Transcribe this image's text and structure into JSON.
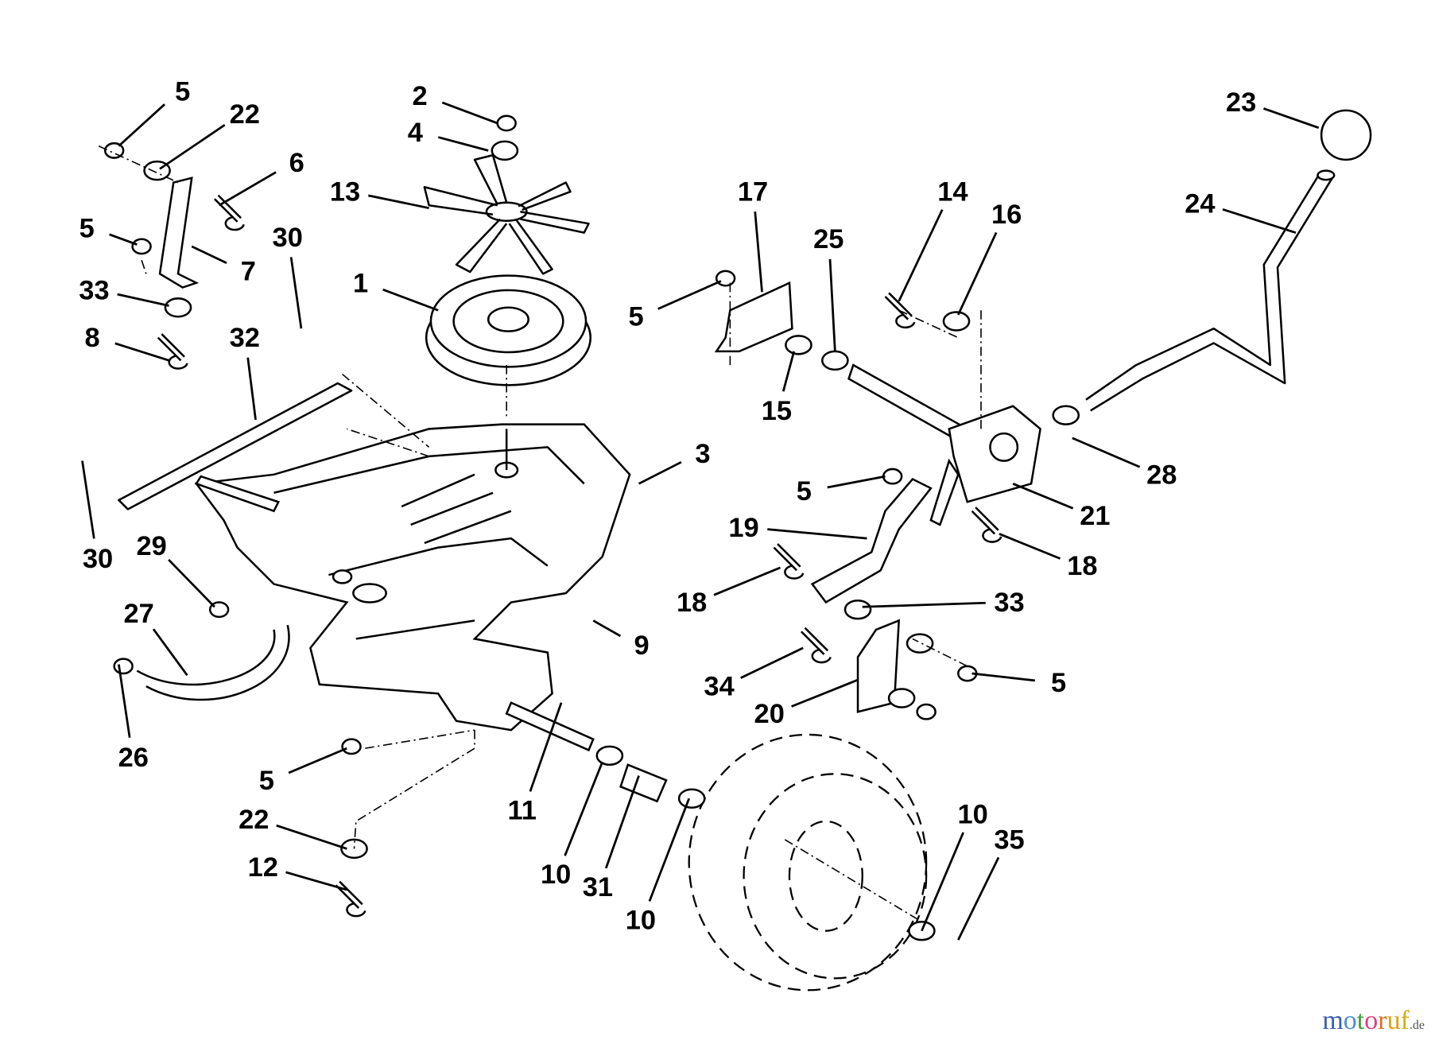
{
  "diagram": {
    "type": "exploded-parts-diagram",
    "callouts": [
      "5",
      "22",
      "6",
      "5",
      "7",
      "30",
      "33",
      "8",
      "32",
      "1",
      "13",
      "2",
      "4",
      "3",
      "30",
      "29",
      "27",
      "26",
      "9",
      "5",
      "22",
      "12",
      "11",
      "10",
      "31",
      "10",
      "17",
      "5",
      "25",
      "15",
      "14",
      "16",
      "23",
      "24",
      "28",
      "21",
      "5",
      "19",
      "18",
      "18",
      "33",
      "5",
      "34",
      "20",
      "10",
      "35"
    ]
  },
  "watermark": {
    "letters": [
      "m",
      "o",
      "t",
      "o",
      "r",
      "u",
      "f"
    ],
    "suffix": ".de",
    "colors": [
      "#3a5fb0",
      "#4a8fd0",
      "#3aa040",
      "#e04080",
      "#e07020",
      "#e0a010",
      "#d0b010"
    ]
  }
}
